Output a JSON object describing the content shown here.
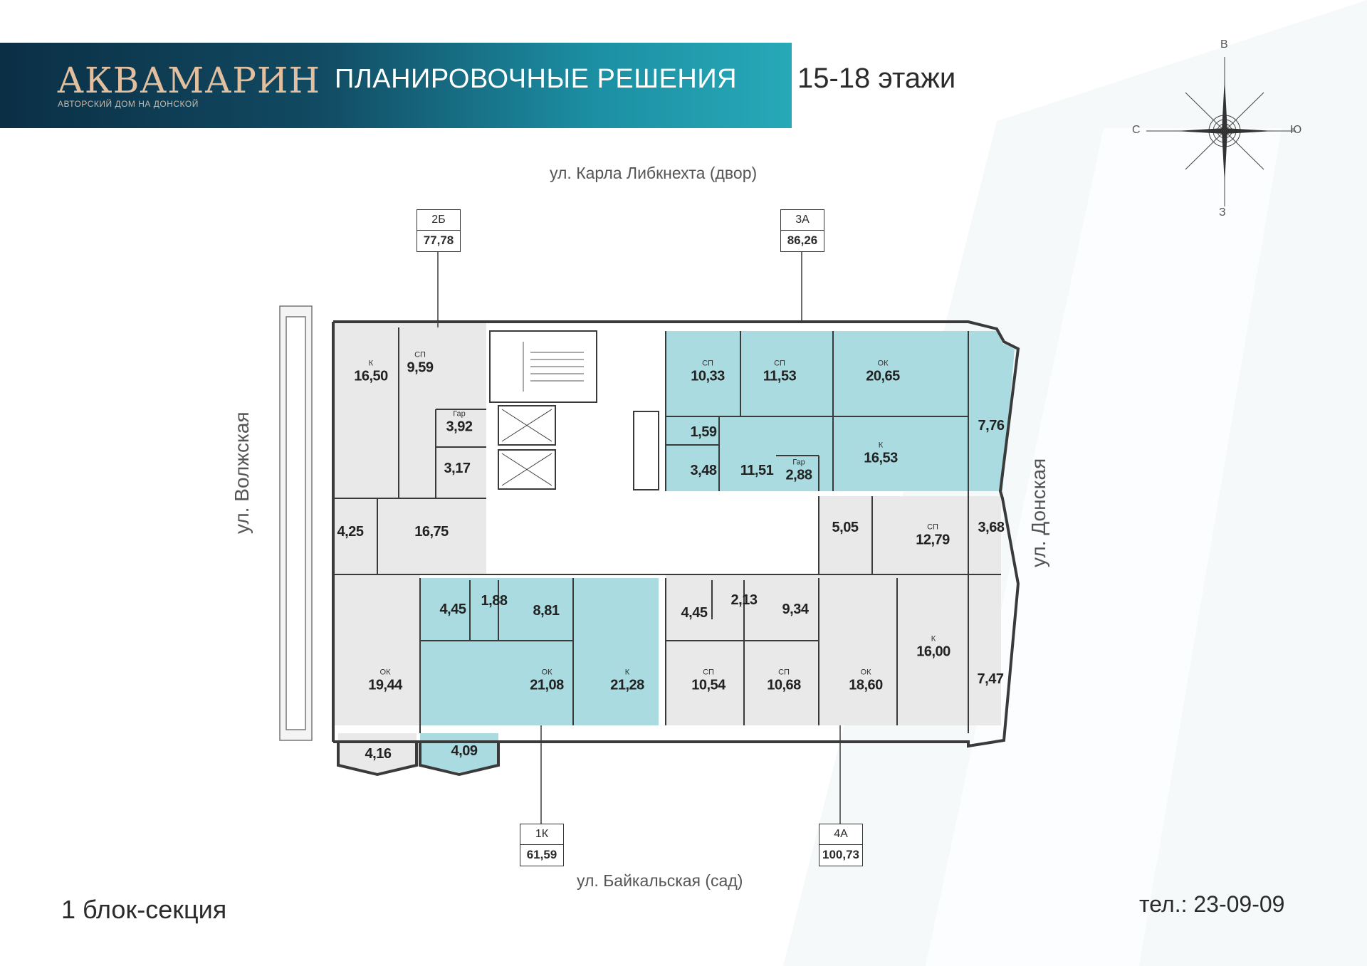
{
  "header": {
    "brand_name": "АКВАМАРИН",
    "brand_subtitle": "АВТОРСКИЙ ДОМ НА ДОНСКОЙ",
    "title": "ПЛАНИРОВОЧНЫЕ РЕШЕНИЯ",
    "floors": "15-18 этажи",
    "band_color_start": "#0b2f45",
    "band_color_end": "#27a9b8",
    "brand_color": "#e2bf9e"
  },
  "compass": {
    "north": "В",
    "west": "С",
    "east": "Ю",
    "south": "З"
  },
  "streets": {
    "top": "ул. Карла Либкнехта (двор)",
    "bottom": "ул. Байкальская (сад)",
    "left": "ул. Волжская",
    "right": "ул. Донская"
  },
  "apartment_tags": [
    {
      "type": "2Б",
      "area": "77,78"
    },
    {
      "type": "3А",
      "area": "86,26"
    },
    {
      "type": "1К",
      "area": "61,59"
    },
    {
      "type": "4А",
      "area": "100,73"
    }
  ],
  "rooms": [
    {
      "code": "К",
      "area": "16,50"
    },
    {
      "code": "СП",
      "area": "9,59"
    },
    {
      "code": "Гар",
      "area": "3,92"
    },
    {
      "code": "",
      "area": "3,17"
    },
    {
      "code": "",
      "area": "4,25"
    },
    {
      "code": "",
      "area": "16,75"
    },
    {
      "code": "СП",
      "area": "10,33"
    },
    {
      "code": "СП",
      "area": "11,53"
    },
    {
      "code": "ОК",
      "area": "20,65"
    },
    {
      "code": "",
      "area": "7,76"
    },
    {
      "code": "",
      "area": "1,59"
    },
    {
      "code": "",
      "area": "3,48"
    },
    {
      "code": "",
      "area": "11,51"
    },
    {
      "code": "Гар",
      "area": "2,88"
    },
    {
      "code": "К",
      "area": "16,53"
    },
    {
      "code": "",
      "area": "5,05"
    },
    {
      "code": "СП",
      "area": "12,79"
    },
    {
      "code": "",
      "area": "3,68"
    },
    {
      "code": "",
      "area": "4,45"
    },
    {
      "code": "",
      "area": "1,88"
    },
    {
      "code": "",
      "area": "8,81"
    },
    {
      "code": "",
      "area": "4,45"
    },
    {
      "code": "",
      "area": "2,13"
    },
    {
      "code": "",
      "area": "9,34"
    },
    {
      "code": "ОК",
      "area": "19,44"
    },
    {
      "code": "ОК",
      "area": "21,08"
    },
    {
      "code": "К",
      "area": "21,28"
    },
    {
      "code": "СП",
      "area": "10,54"
    },
    {
      "code": "СП",
      "area": "10,68"
    },
    {
      "code": "ОК",
      "area": "18,60"
    },
    {
      "code": "К",
      "area": "16,00"
    },
    {
      "code": "",
      "area": "7,47"
    },
    {
      "code": "",
      "area": "4,16"
    },
    {
      "code": "",
      "area": "4,09"
    }
  ],
  "colors": {
    "highlight_teal": "#a9dbe0",
    "room_grey": "#e9e9e9",
    "wall": "#3a3a3a"
  },
  "footer": {
    "block_section": "1 блок-секция",
    "phone": "тел.: 23-09-09"
  }
}
